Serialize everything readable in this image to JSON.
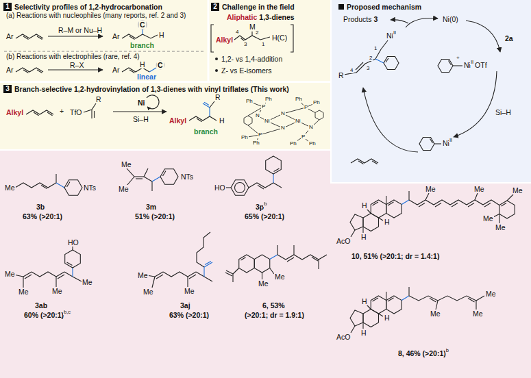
{
  "diagram": {
    "nodes": [
      {
        "text": [
          "1",
          "Selectivity profiles of 1,2-hydrocarbonation"
        ]
      },
      {
        "text": [
          "2",
          "Challenge in the field"
        ]
      },
      {
        "text": [
          "3",
          "Branch-selective 1,2-hydrovinylation of 1,3-dienes with vinyl triflates (This work)"
        ]
      },
      {
        "text": [
          "Proposed mechanism"
        ]
      }
    ],
    "labels": [
      "(a) Reactions with nucleophiles (many reports, ref. 2 and 3)",
      "Ar",
      "R–M or Nu–H",
      "Ar",
      "C",
      "H",
      "branch",
      "(b) Reactions with electrophiles (rare, ref. 4)",
      "Ar",
      "R–X",
      "Ar",
      "H",
      "C",
      "linear",
      "Aliphatic",
      "1,3-dienes",
      "Alkyl",
      "4",
      "M",
      "2",
      "3",
      "1",
      "H(C)",
      "1,2- vs 1,4-addition",
      "Z- vs E-isomers",
      "Alkyl",
      "+",
      "TfO",
      "R",
      "Ni",
      "Si–H",
      "Alkyl",
      "R",
      "H",
      "branch",
      "Ph",
      "Ph",
      "P",
      "Ph",
      "Ph",
      "P",
      "N",
      "N",
      "Ni",
      "Ni",
      "N",
      "N",
      "P",
      "Ph",
      "Ph",
      "P",
      "Ph",
      "Ph",
      "Products",
      "3",
      "Ni(0)",
      "2a",
      "+",
      "Ni",
      "II",
      "OTf",
      "Si–H",
      "Ni",
      "II",
      "Ni",
      "II",
      "1",
      "2",
      "4",
      "3",
      "R",
      "Me",
      "NTs",
      "3b",
      "63% (>20:1)",
      "Me",
      "Me",
      "NTs",
      "3m",
      "51% (>20:1)",
      "HO",
      "3p",
      "b",
      "65% (>20:1)",
      "HO",
      "Me",
      "Me",
      "Me",
      "Me",
      "3ab",
      "60% (>20:1)",
      "b,c",
      "Me",
      "Me",
      "Me",
      "3aj",
      "63% (>20:1)",
      "Me",
      "Me",
      "6, 53%",
      "(>20:1; dr = 1.9:1)",
      "H",
      "H",
      "H",
      "AcO",
      "Me",
      "Me",
      "Me",
      "Me",
      "Me",
      "10, 51% (>20:1; dr = 1.4:1)",
      "H",
      "H",
      "H",
      "AcO",
      "Me",
      "Me",
      "Me",
      "8, 46% (>20:1)",
      "b"
    ]
  }
}
